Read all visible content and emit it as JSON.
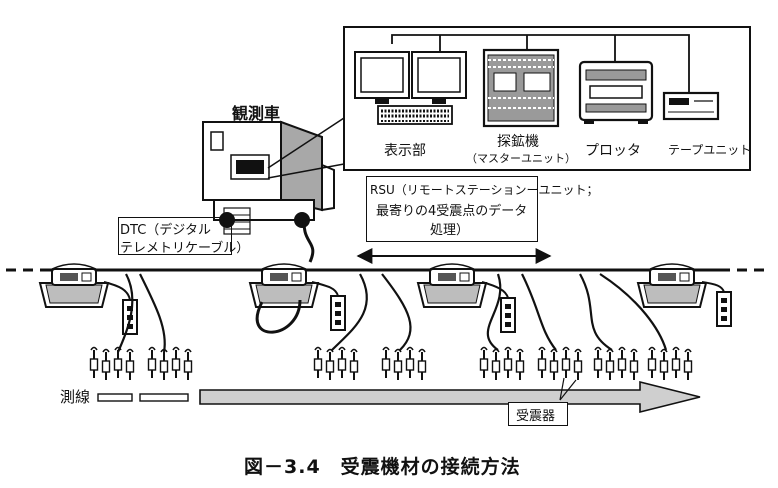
{
  "labels": {
    "observation_vehicle": "観測車",
    "display_unit": "表示部",
    "exploration_unit": "探鉱機",
    "master_unit": "（マスターユニット）",
    "plotter": "プロッタ",
    "tape_unit": "テープユニット",
    "dtc_line1": "DTC（デジタル",
    "dtc_line2": "テレメトリケーブル）",
    "rsu_line1": "RSU（リモートステーションーユニット；",
    "rsu_line2": "最寄りの4受震点のデータ",
    "rsu_line3": "処理）",
    "survey_line": "測線",
    "geophone": "受震器"
  },
  "caption": "図－3.4　受震機材の接続方法",
  "colors": {
    "ink": "#111111",
    "paper": "#ffffff",
    "shade": "#8a8a8a",
    "light": "#cfcfcf"
  }
}
